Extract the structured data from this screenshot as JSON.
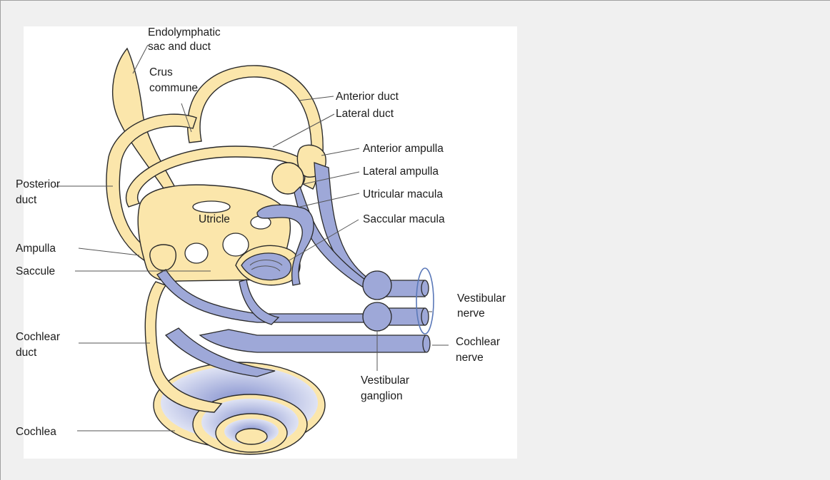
{
  "labels": {
    "endolymphatic_1": "Endolymphatic",
    "endolymphatic_2": "sac and duct",
    "crus_1": "Crus",
    "crus_2": "commune",
    "anterior_duct": "Anterior duct",
    "lateral_duct": "Lateral duct",
    "anterior_ampulla": "Anterior ampulla",
    "lateral_ampulla": "Lateral ampulla",
    "utricular_macula": "Utricular macula",
    "saccular_macula": "Saccular macula",
    "posterior_duct_1": "Posterior",
    "posterior_duct_2": "duct",
    "utricle": "Utricle",
    "ampulla": "Ampulla",
    "saccule": "Saccule",
    "vestibular_nerve_1": "Vestibular",
    "vestibular_nerve_2": "nerve",
    "cochlear_nerve_1": "Cochlear",
    "cochlear_nerve_2": "nerve",
    "cochlear_duct_1": "Cochlear",
    "cochlear_duct_2": "duct",
    "vestibular_ganglion_1": "Vestibular",
    "vestibular_ganglion_2": "ganglion",
    "cochlea": "Cochlea"
  },
  "colors": {
    "membranous_labyrinth": "#fbe6ab",
    "nerves": "#9ea8d8",
    "nerve_outline": "#5a78b8"
  }
}
